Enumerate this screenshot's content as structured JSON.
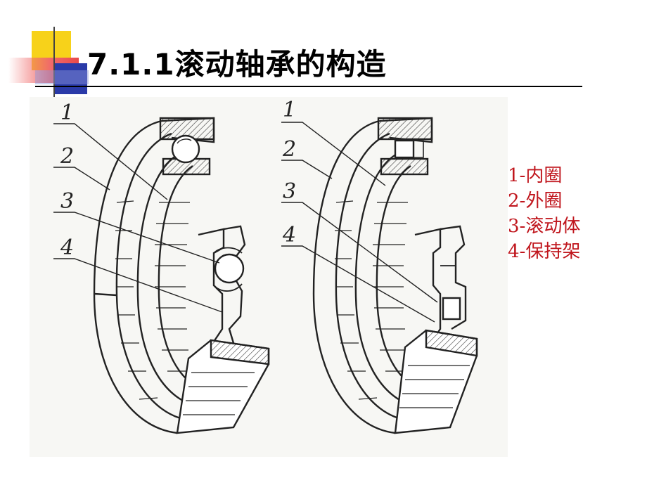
{
  "slide": {
    "title": "7.1.1滚动轴承的构造"
  },
  "figure": {
    "left_labels": [
      "1",
      "2",
      "3",
      "4"
    ],
    "right_labels": [
      "1",
      "2",
      "3",
      "4"
    ]
  },
  "legend": {
    "items": [
      "1-内圈",
      "2-外圈",
      "3-滚动体",
      "4-保持架"
    ],
    "color": "#c0161d"
  },
  "colors": {
    "accent_yellow": "#f7d21a",
    "accent_blue": "#2a3aa8",
    "accent_red": "#e84a4a"
  }
}
